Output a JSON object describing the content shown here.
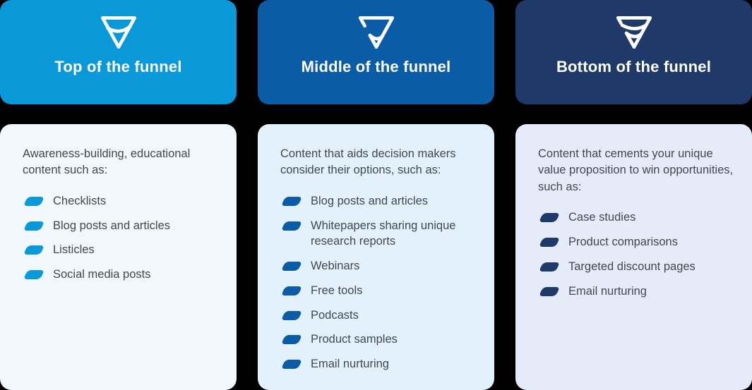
{
  "page": {
    "background_color": "#000000",
    "title_color": "#FFFFFF",
    "body_text_color": "#43484E"
  },
  "columns": [
    {
      "title": "Top of the funnel",
      "icon": "funnel-top-icon",
      "header_bg": "#0999D8",
      "body_bg": "#F1F8FD",
      "bullet_color": "#0999D8",
      "intro": "Awareness-building, educational content such as:",
      "items": [
        "Checklists",
        "Blog posts and articles",
        "Listicles",
        "Social media posts"
      ]
    },
    {
      "title": "Middle of the funnel",
      "icon": "funnel-middle-icon",
      "header_bg": "#0B5CA6",
      "body_bg": "#E2F1FC",
      "bullet_color": "#0B5CA6",
      "intro": "Content that aids decision makers consider their options, such as:",
      "items": [
        "Blog posts and articles",
        "Whitepapers sharing unique research reports",
        "Webinars",
        "Free tools",
        "Podcasts",
        "Product samples",
        "Email nurturing"
      ]
    },
    {
      "title": "Bottom of the funnel",
      "icon": "funnel-bottom-icon",
      "header_bg": "#1F3A68",
      "body_bg": "#E5EBF9",
      "bullet_color": "#1F3A68",
      "intro": "Content that cements your unique value proposition to win opportunities, such as:",
      "items": [
        "Case studies",
        "Product comparisons",
        "Targeted discount pages",
        "Email nurturing"
      ]
    }
  ]
}
